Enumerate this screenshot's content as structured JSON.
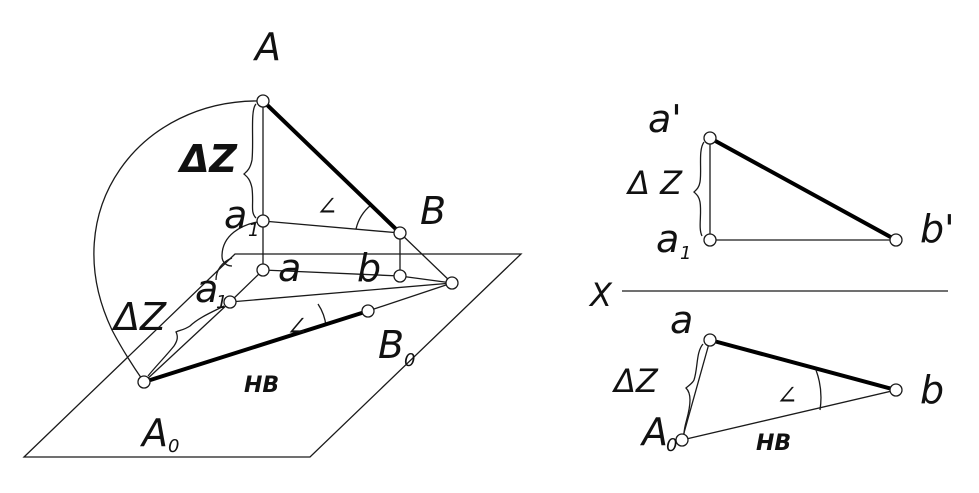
{
  "labels": {
    "A": "A",
    "B": "B",
    "a1": "a",
    "a1_sub": "1",
    "a": "a",
    "b": "b",
    "a1_plane": "a",
    "a1_plane_sub": "1",
    "B0": "B",
    "B0_sub": "0",
    "A0": "A",
    "A0_sub": "0",
    "dz_left_top": "ΔZ",
    "dz_left_bottom": "ΔZ",
    "alpha_top": "∠",
    "alpha_plane": "∠",
    "hb_left": "HB",
    "a_prime": "a'",
    "b_prime": "b'",
    "a1_right": "a",
    "a1_right_sub": "1",
    "dz_right_top": "Δ Z",
    "x_axis": "X",
    "a_right": "a",
    "b_right": "b",
    "dz_right_bottom": "ΔZ",
    "A0_right": "A",
    "A0_right_sub": "0",
    "alpha_right": "∠",
    "hb_right": "HB"
  }
}
